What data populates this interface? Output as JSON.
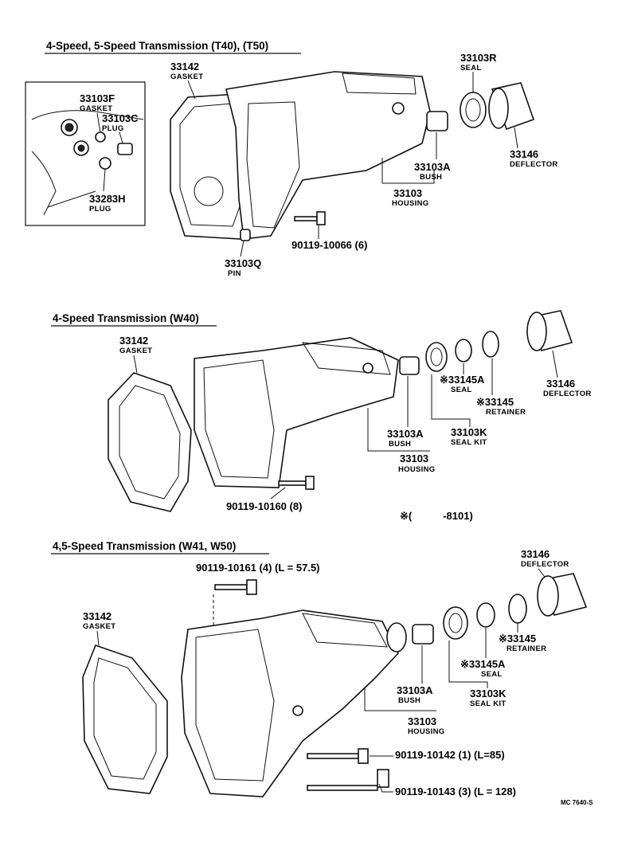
{
  "sections": [
    {
      "title": "4-Speed, 5-Speed Transmission (T40), (T50)",
      "parts": {
        "gasket_pn": "33142",
        "gasket_nm": "GASKET",
        "inset_gasket_pn": "33103F",
        "inset_gasket_nm": "GASKET",
        "inset_plug1_pn": "33103C",
        "inset_plug1_nm": "PLUG",
        "inset_plug2_pn": "33283H",
        "inset_plug2_nm": "PLUG",
        "seal_pn": "33103R",
        "seal_nm": "SEAL",
        "deflector_pn": "33146",
        "deflector_nm": "DEFLECTOR",
        "bush_pn": "33103A",
        "bush_nm": "BUSH",
        "housing_pn": "33103",
        "housing_nm": "HOUSING",
        "bolt": "90119-10066 (6)",
        "pin_pn": "33103Q",
        "pin_nm": "PIN"
      }
    },
    {
      "title": "4-Speed Transmission (W40)",
      "parts": {
        "gasket_pn": "33142",
        "gasket_nm": "GASKET",
        "deflector_pn": "33146",
        "deflector_nm": "DEFLECTOR",
        "seal_pn": "※33145A",
        "seal_nm": "SEAL",
        "retainer_pn": "※33145",
        "retainer_nm": "RETAINER",
        "bush_pn": "33103A",
        "bush_nm": "BUSH",
        "sealkit_pn": "33103K",
        "sealkit_nm": "SEAL KIT",
        "housing_pn": "33103",
        "housing_nm": "HOUSING",
        "bolt": "90119-10160 (8)",
        "note": "※(　　　-8101)"
      }
    },
    {
      "title": "4,5-Speed Transmission (W41, W50)",
      "parts": {
        "bolt_top": "90119-10161 (4) (L = 57.5)",
        "gasket_pn": "33142",
        "gasket_nm": "GASKET",
        "deflector_pn": "33146",
        "deflector_nm": "DEFLECTOR",
        "retainer_pn": "※33145",
        "retainer_nm": "RETAINER",
        "seal_pn": "※33145A",
        "seal_nm": "SEAL",
        "bush_pn": "33103A",
        "bush_nm": "BUSH",
        "sealkit_pn": "33103K",
        "sealkit_nm": "SEAL KIT",
        "housing_pn": "33103",
        "housing_nm": "HOUSING",
        "bolt_mid": "90119-10142 (1) (L=85)",
        "bolt_bot": "90119-10143 (3) (L = 128)"
      }
    }
  ],
  "diagram_code": "MC 7640-S"
}
